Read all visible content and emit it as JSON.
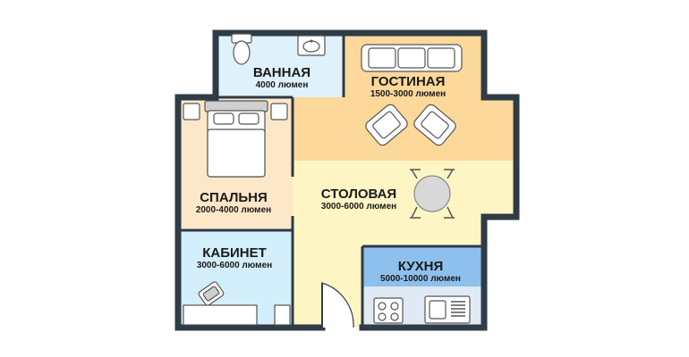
{
  "colors": {
    "wall": "#2f3b45",
    "bathroom": "#dff1fb",
    "living": "#fcd89b",
    "bedroom": "#fde7c9",
    "dining": "#fdf6c4",
    "office": "#d3effb",
    "kitchen": "#8ec0ee"
  },
  "rooms": {
    "bathroom": {
      "name": "ВАННАЯ",
      "lumens": "4000 люмен"
    },
    "living": {
      "name": "ГОСТИНАЯ",
      "lumens": "1500-3000 люмен"
    },
    "bedroom": {
      "name": "СПАЛЬНЯ",
      "lumens": "2000-4000 люмен"
    },
    "dining": {
      "name": "СТОЛОВАЯ",
      "lumens": "3000-6000 люмен"
    },
    "office": {
      "name": "КАБИНЕТ",
      "lumens": "3000-6000 люмен"
    },
    "kitchen": {
      "name": "КУХНЯ",
      "lumens": "5000-10000 люмен"
    }
  }
}
